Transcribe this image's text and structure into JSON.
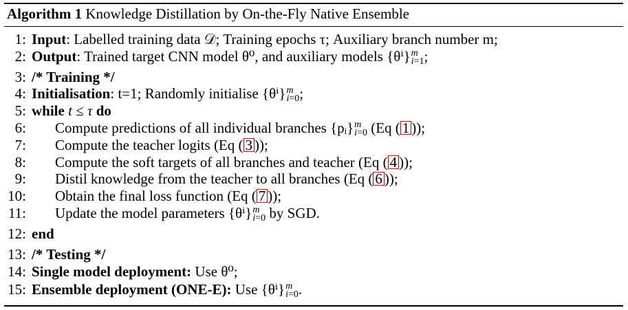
{
  "algorithm": {
    "label": "Algorithm 1",
    "title": "Knowledge Distillation by On-the-Fly Native Ensemble"
  },
  "lines": [
    {
      "n": "1:",
      "kw": "Input",
      "rest": ": Labelled training data 𝒟; Training epochs τ; Auxiliary branch number m;"
    },
    {
      "n": "2:",
      "kw": "Output",
      "rest": ": Trained target CNN model θ⁰, and auxiliary models {θⁱ}"
    },
    {
      "n": "3:",
      "kw": "/* Training */"
    },
    {
      "n": "4:",
      "kw": "Initialisation",
      "rest": ": t=1; Randomly initialise {θⁱ}"
    },
    {
      "n": "5:",
      "kw": "while",
      "cond": "t ≤ τ",
      "kw2": "do"
    },
    {
      "n": "6:",
      "text": "Compute predictions of all individual branches {pᵢ}",
      "tail": " (Eq (",
      "ref": "1",
      "end": "));"
    },
    {
      "n": "7:",
      "text": "Compute the teacher logits (Eq (",
      "ref": "3",
      "end": "));"
    },
    {
      "n": "8:",
      "text": "Compute the soft targets of all branches and teacher (Eq (",
      "ref": "4",
      "end": "));"
    },
    {
      "n": "9:",
      "text": "Distil knowledge from the teacher to all branches (Eq (",
      "ref": "6",
      "end": "));"
    },
    {
      "n": "10:",
      "text": "Obtain the final loss function (Eq (",
      "ref": "7",
      "end": "));"
    },
    {
      "n": "11:",
      "text": "Update the model parameters {θⁱ}",
      "tail": " by SGD."
    },
    {
      "n": "12:",
      "kw": "end"
    },
    {
      "n": "13:",
      "kw": "/* Testing */"
    },
    {
      "n": "14:",
      "kw": "Single model deployment:",
      "rest": " Use θ⁰;"
    },
    {
      "n": "15:",
      "kw": "Ensemble deployment (ONE-E):",
      "rest": " Use {θⁱ}"
    }
  ]
}
